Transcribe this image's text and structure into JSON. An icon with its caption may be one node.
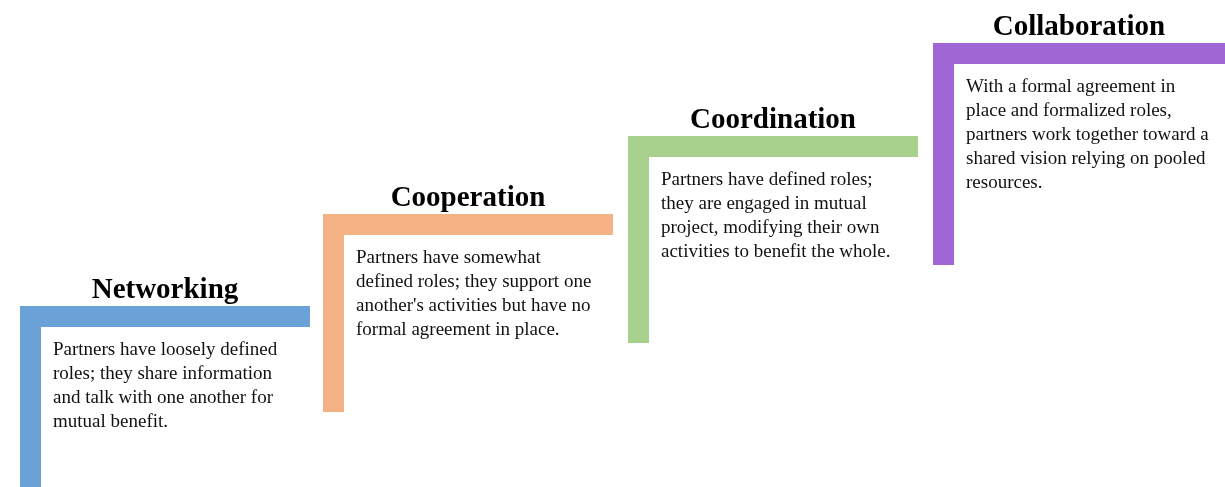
{
  "diagram": {
    "nodes": [
      {
        "text": [
          "Networking",
          "Partners have loosely defined roles; they share information and talk with one another for mutual benefit."
        ]
      },
      {
        "text": [
          "Cooperation",
          "Partners have somewhat defined roles; they support one another's activities but have no formal agreement in place."
        ]
      },
      {
        "text": [
          "Coordination",
          "Partners have defined roles; they are engaged in mutual project, modifying their own activities to benefit the whole."
        ]
      },
      {
        "text": [
          "Collaboration",
          "With a formal agreement in place and formalized roles, partners work together toward a shared vision relying on pooled resources."
        ]
      }
    ]
  }
}
